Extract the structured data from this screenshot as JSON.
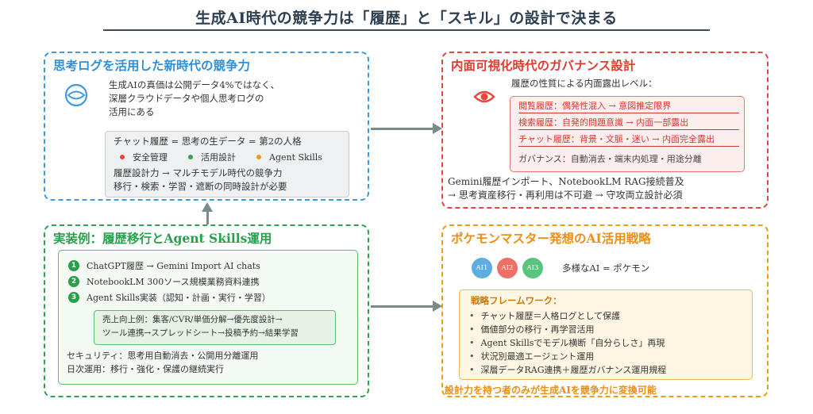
{
  "title": "生成AI時代の競争力は「履歴」と「スキル」の設計で決まる",
  "colors": {
    "blue": "#3e9be0",
    "red": "#e8463b",
    "green": "#2ea44f",
    "orange": "#f39c12",
    "arrow": "#7b8a8b"
  },
  "panels": {
    "thinking_log": {
      "title": "思考ログを活用した新時代の競争力",
      "icon": "eye-icon",
      "lead": [
        "生成AIの真価は公開データ4%ではなく、",
        "深層クラウドデータや個人思考ログの",
        "活用にある"
      ],
      "box": {
        "line1": "チャット履歴 = 思考の生データ = 第2の人格",
        "legend": [
          {
            "label": "安全管理",
            "color": "#e8463b"
          },
          {
            "label": "活用設計",
            "color": "#2ea44f"
          },
          {
            "label": "Agent Skills",
            "color": "#f39c12"
          }
        ],
        "line3": "履歴設計力 → マルチモデル時代の競争力",
        "line4": "移行・検索・学習・遮断の同時設計が必要"
      }
    },
    "governance": {
      "title": "内面可視化時代のガバナンス設計",
      "icon": "eye-icon",
      "lead": "履歴の性質による内面露出レベル：",
      "levels": [
        "閲覧履歴：偶発性混入 → 意図推定限界",
        "検索履歴：自発的問題意識 → 内面一部露出",
        "チャット履歴：背景・文脈・迷い → 内面完全露出"
      ],
      "governance_line": "ガバナンス：自動消去・端末内処理・用途分離",
      "footer": [
        "Gemini履歴インポート、NotebookLM RAG接続普及",
        "→ 思考資産移行・再利用は不可避 → 守攻両立設計必須"
      ]
    },
    "implementation": {
      "title": "実装例：履歴移行とAgent Skills運用",
      "steps": [
        {
          "num": "1",
          "text": "ChatGPT履歴 → Gemini Import AI chats"
        },
        {
          "num": "2",
          "text": "NotebookLM 300ソース規模業務資料連携"
        },
        {
          "num": "3",
          "text": "Agent Skills実装（認知・計画・実行・学習）"
        }
      ],
      "example": [
        "売上向上例：集客/CVR/単価分解→優先度設計→",
        "ツール連携→スプレッドシート→投稿予約→結果学習"
      ],
      "security": "セキュリティ：思考用自動消去・公開用分離運用",
      "daily": "日次運用：移行・強化・保護の継続実行"
    },
    "pokemon": {
      "title": "ポケモンマスター発想のAI活用戦略",
      "badges": [
        {
          "label": "AI1",
          "color": "#5dade2"
        },
        {
          "label": "AI2",
          "color": "#ec7063"
        },
        {
          "label": "AI3",
          "color": "#58c47e"
        }
      ],
      "badge_caption": "多様なAI = ポケモン",
      "framework_title": "戦略フレームワーク：",
      "framework": [
        "チャット履歴＝人格ログとして保護",
        "価値部分の移行・再学習活用",
        "Agent Skillsでモデル横断「自分らしさ」再現",
        "状況別最適エージェント運用",
        "深層データRAG連携＋履歴ガバナンス運用規程"
      ],
      "footer": "設計力を持つ者のみが生成AIを競争力に変換可能"
    }
  }
}
